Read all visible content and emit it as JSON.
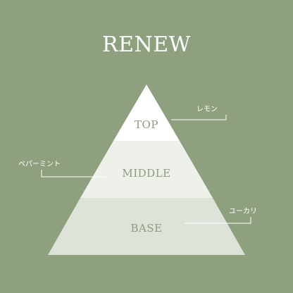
{
  "title": "RENEW",
  "pyramid": {
    "tiers": [
      {
        "label": "TOP",
        "color": "#ffffff"
      },
      {
        "label": "MIDDLE",
        "color": "#eef1ea"
      },
      {
        "label": "BASE",
        "color": "#dde3d8"
      }
    ],
    "notes": [
      {
        "text": "レモン",
        "tier": "TOP"
      },
      {
        "text": "ペパーミント",
        "tier": "MIDDLE"
      },
      {
        "text": "ユーカリ",
        "tier": "BASE"
      }
    ]
  },
  "colors": {
    "background": "#8fa07f",
    "tier_text": "#8d9b80",
    "white": "#ffffff"
  }
}
